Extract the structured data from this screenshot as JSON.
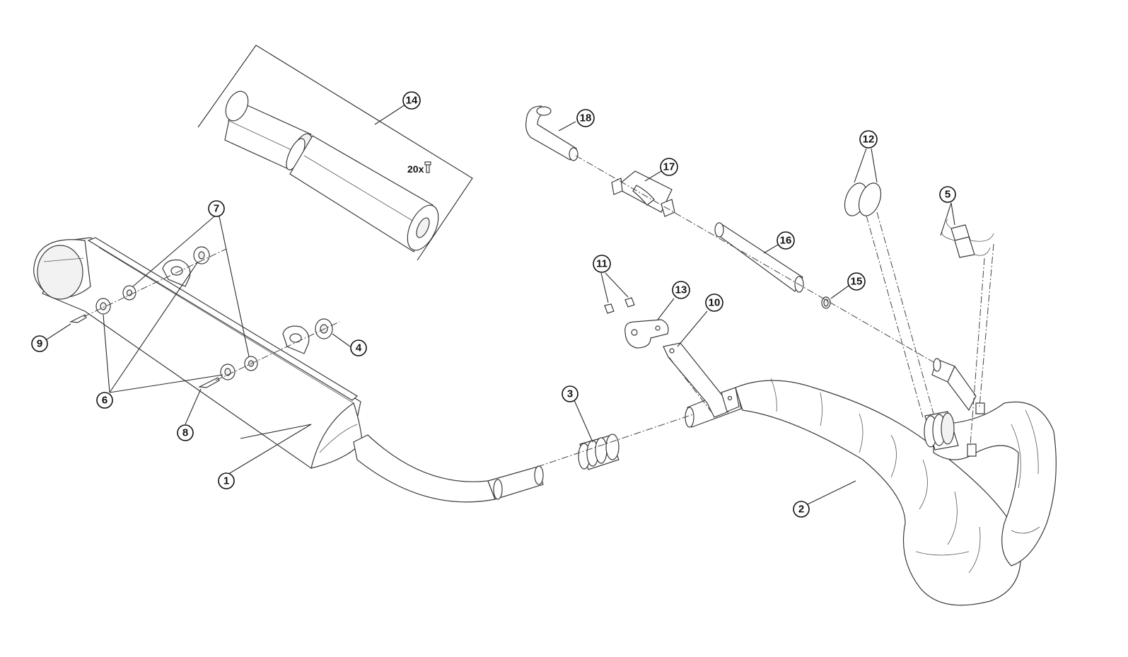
{
  "callouts": [
    {
      "id": "1",
      "label": "1",
      "part": "silencer"
    },
    {
      "id": "2",
      "label": "2",
      "part": "exhaust-pipe"
    },
    {
      "id": "3",
      "label": "3",
      "part": "o-ring-sleeve"
    },
    {
      "id": "4",
      "label": "4",
      "part": "grommet"
    },
    {
      "id": "5",
      "label": "5",
      "part": "springs"
    },
    {
      "id": "6",
      "label": "6",
      "part": "washers"
    },
    {
      "id": "7",
      "label": "7",
      "part": "rubber-bushings"
    },
    {
      "id": "8",
      "label": "8",
      "part": "bolt"
    },
    {
      "id": "9",
      "label": "9",
      "part": "bolt"
    },
    {
      "id": "10",
      "label": "10",
      "part": "bracket"
    },
    {
      "id": "11",
      "label": "11",
      "part": "nuts"
    },
    {
      "id": "12",
      "label": "12",
      "part": "o-rings"
    },
    {
      "id": "13",
      "label": "13",
      "part": "clamp-plate"
    },
    {
      "id": "14",
      "label": "14",
      "part": "silencer-insert-kit"
    },
    {
      "id": "15",
      "label": "15",
      "part": "clip"
    },
    {
      "id": "16",
      "label": "16",
      "part": "hose"
    },
    {
      "id": "17",
      "label": "17",
      "part": "valve"
    },
    {
      "id": "18",
      "label": "18",
      "part": "elbow-hose"
    }
  ],
  "kit_note": {
    "quantity": "20x",
    "icon": "rivet-icon"
  },
  "colors": {
    "line": "#3a3a3a",
    "callout": "#111111",
    "background": "#ffffff"
  }
}
